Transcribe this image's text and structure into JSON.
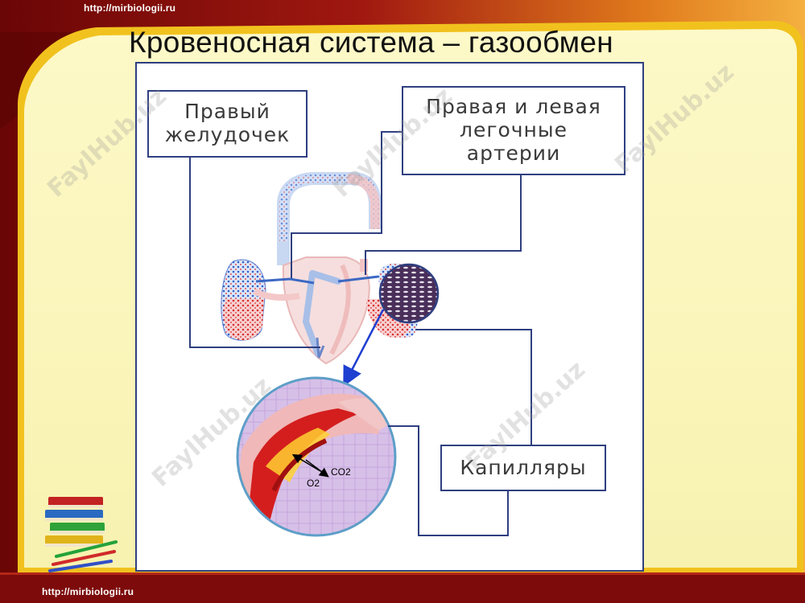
{
  "slide": {
    "url_top": "http://mirbiologii.ru",
    "url_bottom": "http://mirbiologii.ru",
    "title": "Кровеносная система – газообмен"
  },
  "diagram": {
    "labels": {
      "right_ventricle": [
        "Правый",
        "желудочек"
      ],
      "pulmonary_arteries": [
        "Правая и левая",
        "легочные",
        "артерии"
      ],
      "capillaries": "Капилляры"
    },
    "gas_labels": {
      "co2": "CO2",
      "o2": "O2"
    },
    "watermark": "FaylHub.uz"
  },
  "colors": {
    "slide_dark_red": "#7a0a0a",
    "slide_orange": "#e88a1a",
    "panel_yellow": "#fbf7c0",
    "frame_border": "#2f3f80",
    "connector_line": "#2f3f80",
    "pointer_arrow": "#1f3fd0"
  }
}
